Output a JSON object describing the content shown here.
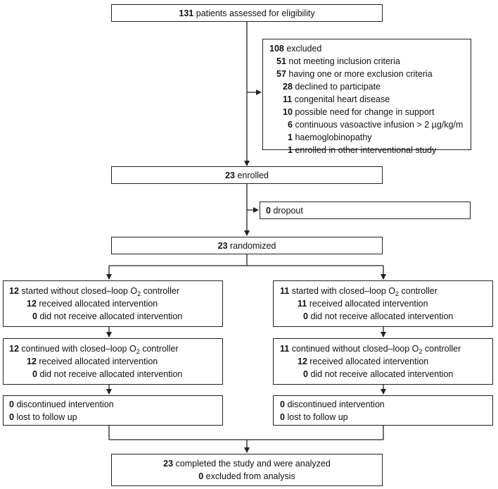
{
  "assessed": {
    "n": "131",
    "text": "patients assessed for eligibility"
  },
  "excluded": {
    "head": {
      "n": "108",
      "text": "excluded"
    },
    "items": [
      {
        "n": "51",
        "text": "not meeting inclusion criteria"
      },
      {
        "n": "57",
        "text": "having one or more exclusion criteria"
      },
      {
        "n": "28",
        "text": "declined to participate"
      },
      {
        "n": "11",
        "text": "congenital heart disease"
      },
      {
        "n": "10",
        "text": "possible need for change in support"
      },
      {
        "n": "6",
        "text": "continuous vasoactive infusion > 2 µg/kg/m"
      },
      {
        "n": "1",
        "text": "haemoglobinopathy"
      },
      {
        "n": "1",
        "text": "enrolled in other interventional study"
      }
    ]
  },
  "enrolled": {
    "n": "23",
    "text": "enrolled"
  },
  "dropout": {
    "n": "0",
    "text": "dropout"
  },
  "randomized": {
    "n": "23",
    "text": "randomized"
  },
  "left": {
    "period1": {
      "head": {
        "n": "12",
        "text_a": "started without closed–loop O",
        "sub": "2",
        "text_b": " controller"
      },
      "received": {
        "n": "12",
        "text": "received allocated intervention"
      },
      "not_received": {
        "n": "0",
        "text": "did not receive allocated intervention"
      }
    },
    "period2": {
      "head": {
        "n": "12",
        "text_a": "continued with closed–loop O",
        "sub": "2",
        "text_b": " controller"
      },
      "received": {
        "n": "12",
        "text": "received allocated intervention"
      },
      "not_received": {
        "n": "0",
        "text": "did not receive allocated intervention"
      }
    },
    "followup": {
      "discontinued": {
        "n": "0",
        "text": "discontinued intervention"
      },
      "lost": {
        "n": "0",
        "text": "lost to follow up"
      }
    }
  },
  "right": {
    "period1": {
      "head": {
        "n": "11",
        "text_a": "started with closed–loop O",
        "sub": "2",
        "text_b": " controller"
      },
      "received": {
        "n": "11",
        "text": "received allocated intervention"
      },
      "not_received": {
        "n": "0",
        "text": "did not receive allocated intervention"
      }
    },
    "period2": {
      "head": {
        "n": "11",
        "text_a": "continued without closed–loop O",
        "sub": "2",
        "text_b": " controller"
      },
      "received": {
        "n": "12",
        "text": "received allocated intervention"
      },
      "not_received": {
        "n": "0",
        "text": "did not receive allocated intervention"
      }
    },
    "followup": {
      "discontinued": {
        "n": "0",
        "text": "discontinued intervention"
      },
      "lost": {
        "n": "0",
        "text": "lost to follow up"
      }
    }
  },
  "analyzed": {
    "completed": {
      "n": "23",
      "text": "completed the study and were analyzed"
    },
    "excluded": {
      "n": "0",
      "text": "excluded from analysis"
    }
  }
}
